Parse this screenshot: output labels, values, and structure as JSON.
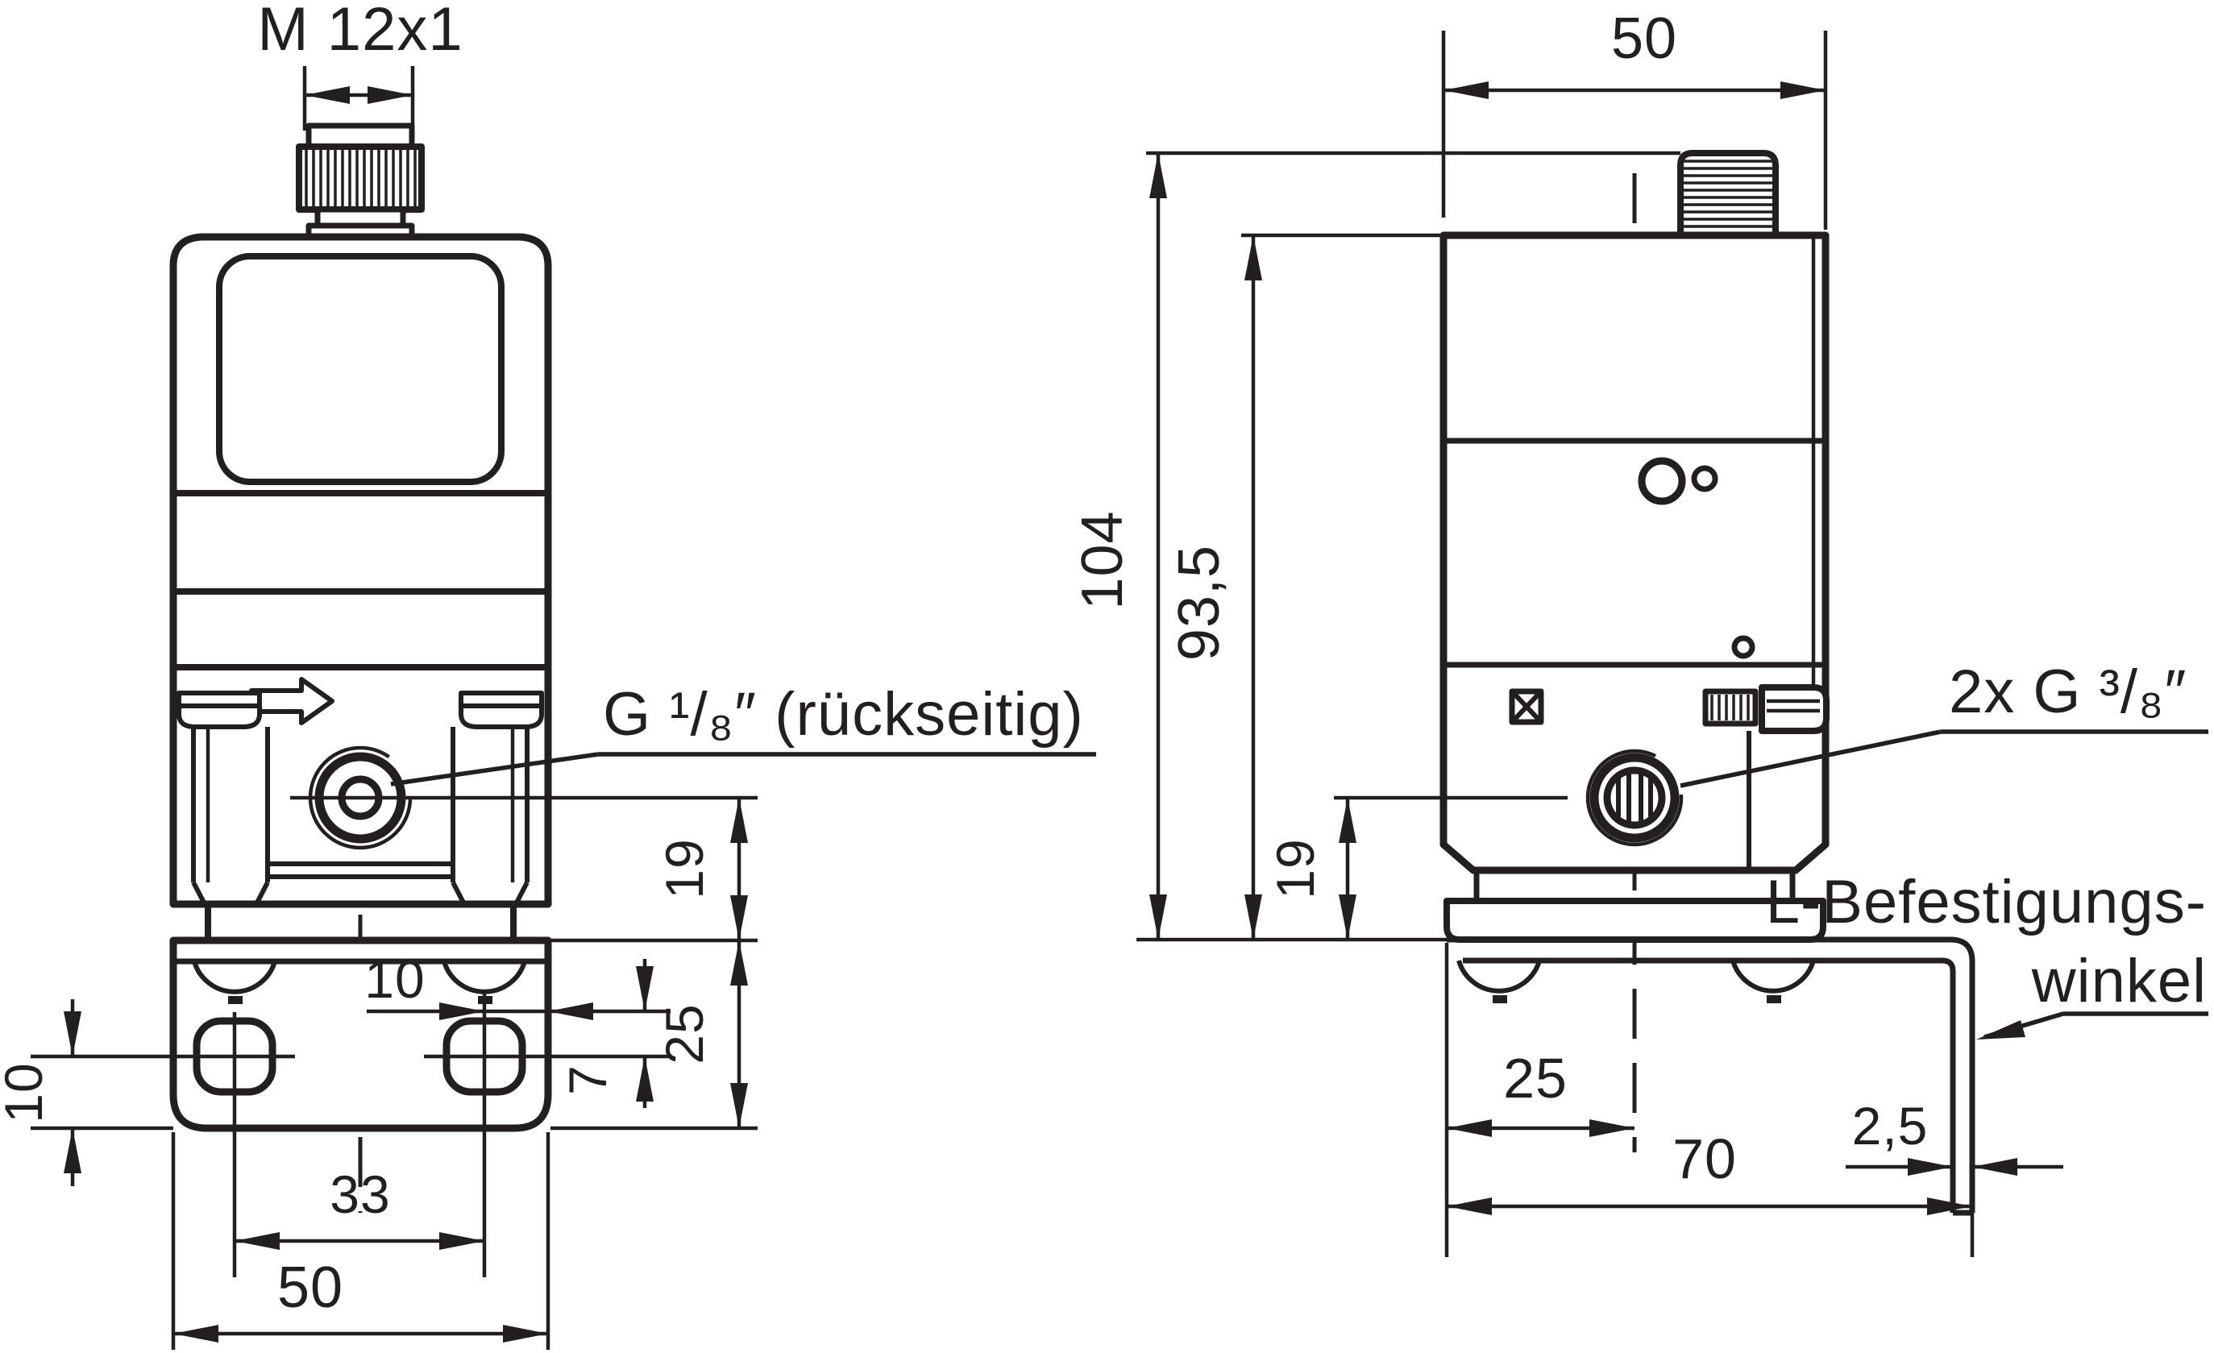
{
  "drawing": {
    "type": "technical-dimension-drawing",
    "subject": "pressure regulator with M12 connector and L mounting bracket",
    "colors": {
      "line": "#231f20",
      "background": "#ffffff"
    }
  },
  "front_view": {
    "label_thread": "M 12x1",
    "label_port": "G ¹/₈″ (rückseitig)",
    "dim_width": "50",
    "dim_hole_spacing": "33",
    "dim_hole_to_edge": "10",
    "dim_hole_to_bottom": "10",
    "dim_hole_offset": "7",
    "dim_base_height": "25",
    "dim_port_height": "19"
  },
  "side_view": {
    "label_ports": "2x G ³/₈″",
    "label_bracket_line1": "L-Befestigungs-",
    "label_bracket_line2": "winkel",
    "dim_width": "50",
    "dim_total_height": "104",
    "dim_body_height": "93,5",
    "dim_port_height": "19",
    "dim_center_offset": "25",
    "dim_bracket_length": "70",
    "dim_bracket_thickness": "2,5"
  }
}
